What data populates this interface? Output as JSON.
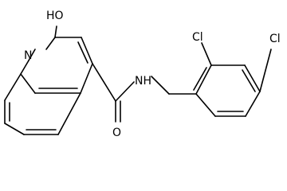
{
  "molecule": {
    "atom_labels": {
      "hydroxyl": "HO",
      "ring_nitrogen": "N",
      "amide_nitrogen": "NH",
      "amide_oxygen": "O",
      "chlorine_ortho": "Cl",
      "chlorine_para": "Cl"
    },
    "colors": {
      "bond": "#000000",
      "label": "#000000",
      "background": "#ffffff"
    }
  }
}
